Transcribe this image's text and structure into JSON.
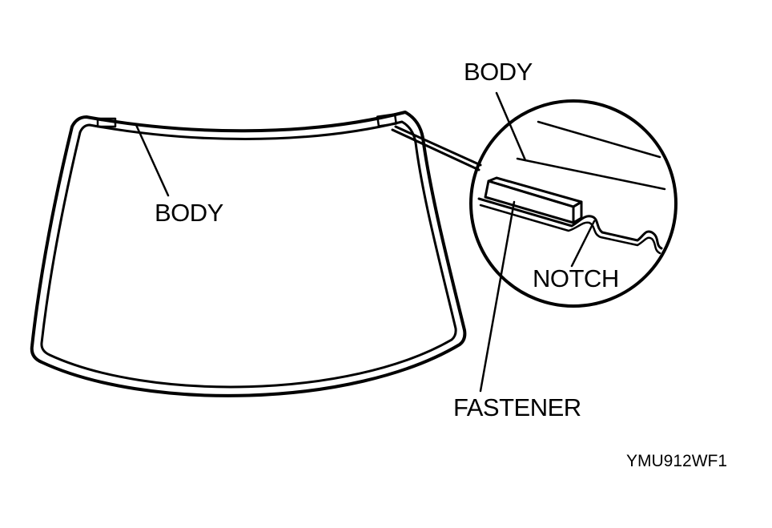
{
  "labels": {
    "body_top": "BODY",
    "body_left": "BODY",
    "notch": "NOTCH",
    "fastener": "FASTENER",
    "figure_code": "YMU912WF1"
  },
  "colors": {
    "ink": "#000000",
    "background": "#ffffff"
  }
}
